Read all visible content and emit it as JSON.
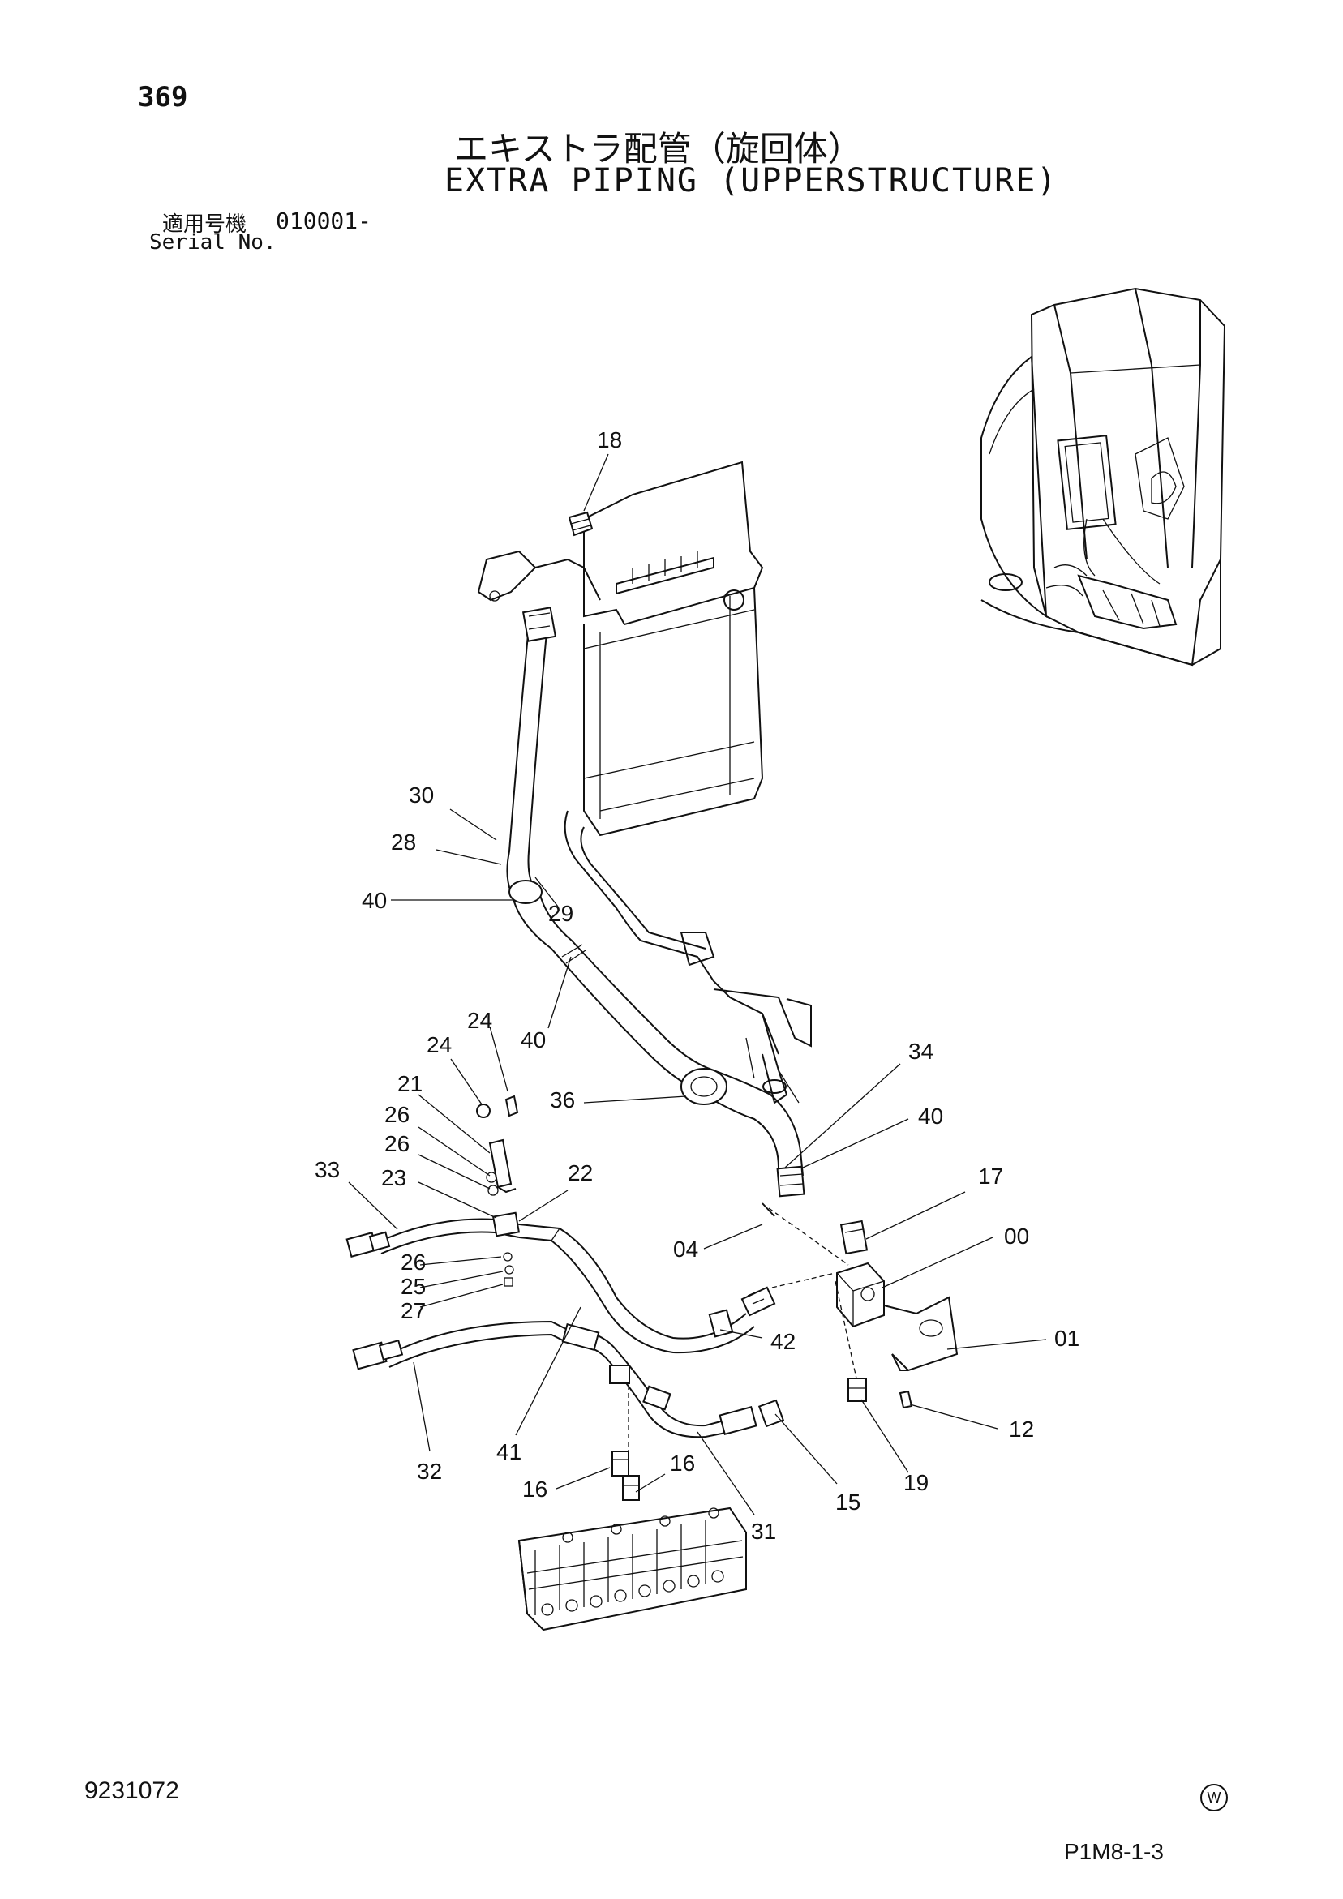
{
  "header": {
    "page_number": "369",
    "title_jp": "エキストラ配管（旋回体）",
    "title_en": "EXTRA PIPING (UPPERSTRUCTURE)",
    "serial_label_jp": "適用号機",
    "serial_value": "010001-",
    "serial_label_en": "Serial No."
  },
  "callouts": [
    "18",
    "30",
    "28",
    "40",
    "29",
    "40",
    "24",
    "24",
    "21",
    "26",
    "26",
    "23",
    "33",
    "22",
    "36",
    "34",
    "40",
    "17",
    "00",
    "04",
    "26",
    "25",
    "27",
    "42",
    "01",
    "41",
    "12",
    "32",
    "16",
    "16",
    "15",
    "19",
    "31"
  ],
  "footer": {
    "doc_number": "9231072",
    "mark": "W",
    "page_code": "P1M8-1-3"
  }
}
